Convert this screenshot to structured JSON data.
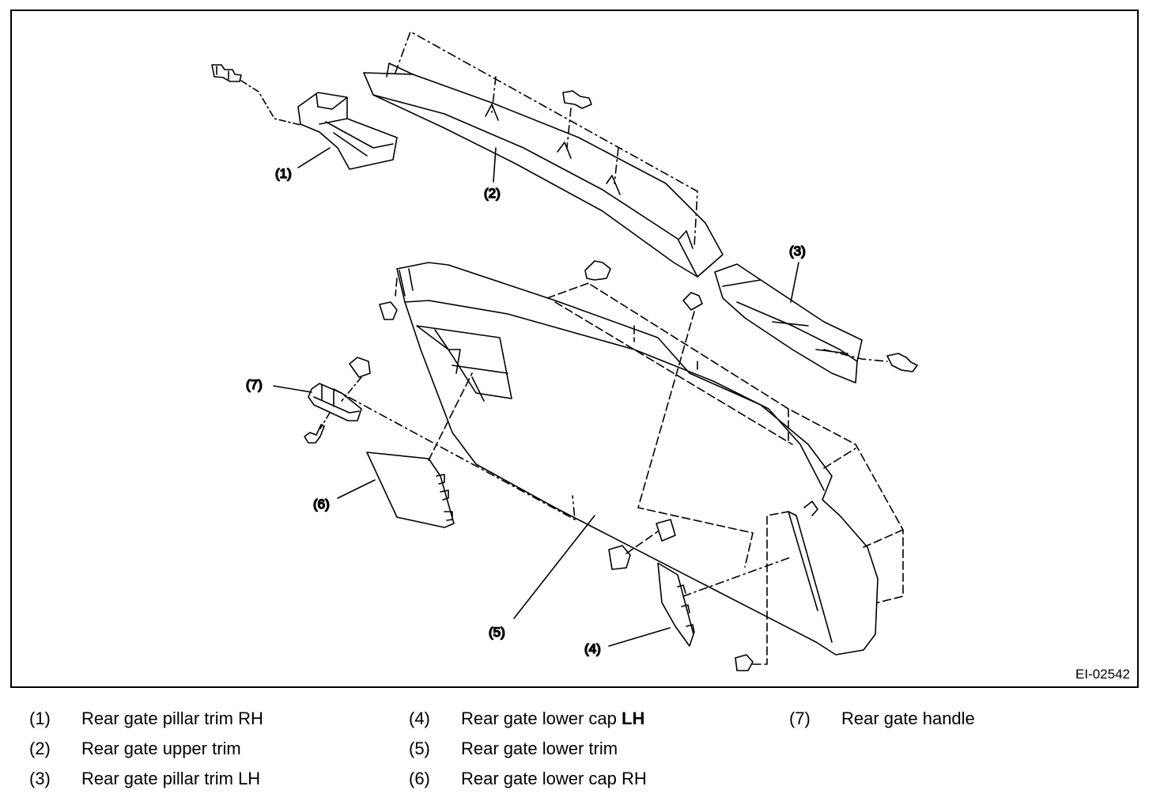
{
  "figure_id": "EI-02542",
  "callouts": {
    "c1": "(1)",
    "c2": "(2)",
    "c3": "(3)",
    "c4": "(4)",
    "c5": "(5)",
    "c6": "(6)",
    "c7": "(7)"
  },
  "legend": [
    {
      "num": "(1)",
      "text": "Rear gate pillar trim RH",
      "bold": ""
    },
    {
      "num": "(2)",
      "text": "Rear gate upper trim",
      "bold": ""
    },
    {
      "num": "(3)",
      "text": "Rear gate pillar trim LH",
      "bold": ""
    },
    {
      "num": "(4)",
      "text": "Rear gate lower cap ",
      "bold": "LH"
    },
    {
      "num": "(5)",
      "text": "Rear gate lower trim",
      "bold": ""
    },
    {
      "num": "(6)",
      "text": "Rear gate lower cap RH",
      "bold": ""
    },
    {
      "num": "(7)",
      "text": "Rear gate handle",
      "bold": ""
    }
  ]
}
